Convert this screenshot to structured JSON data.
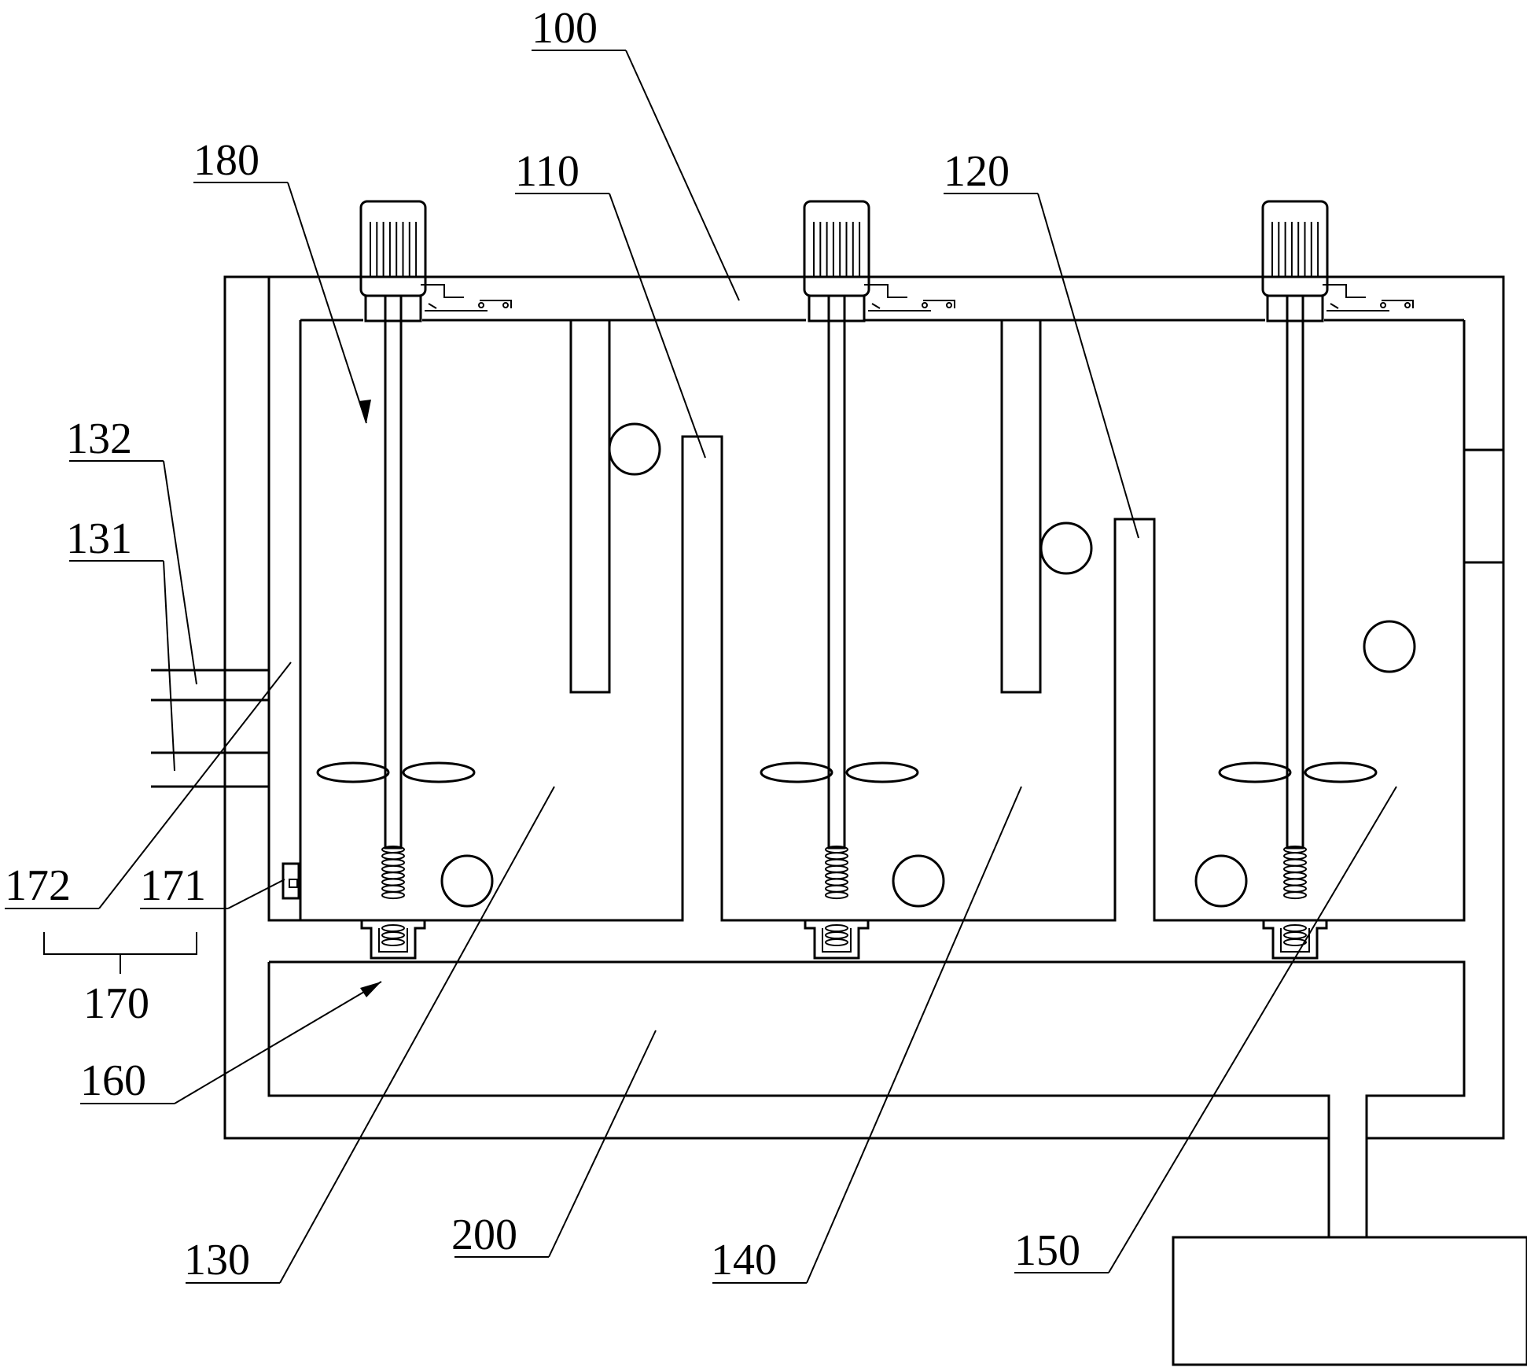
{
  "labels": {
    "l100": "100",
    "l110": "110",
    "l120": "120",
    "l130": "130",
    "l131": "131",
    "l132": "132",
    "l140": "140",
    "l150": "150",
    "l160": "160",
    "l170": "170",
    "l171": "171",
    "l172": "172",
    "l180": "180",
    "l200": "200"
  }
}
